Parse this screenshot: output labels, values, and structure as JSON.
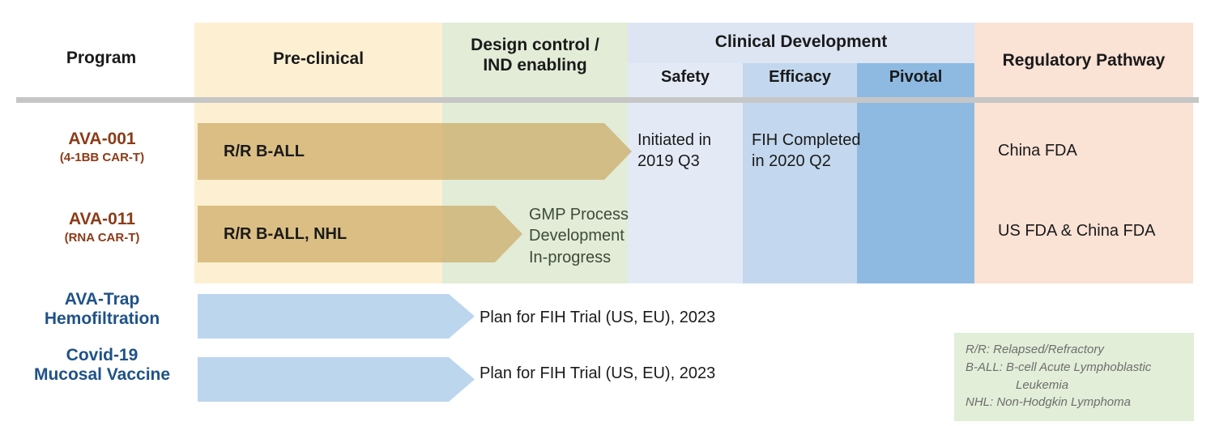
{
  "columns": {
    "program_header": "Program",
    "preclinical_header": "Pre-clinical",
    "design_header_line1": "Design control /",
    "design_header_line2": "IND enabling",
    "clinical_header": "Clinical Development",
    "safety_header": "Safety",
    "efficacy_header": "Efficacy",
    "pivotal_header": "Pivotal",
    "regulatory_header": "Regulatory Pathway"
  },
  "programs": [
    {
      "name": "AVA-001",
      "subtitle": "(4-1BB CAR-T)",
      "indication": "R/R B-ALL",
      "safety_note_line1": "Initiated in",
      "safety_note_line2": "2019 Q3",
      "efficacy_note_line1": "FIH Completed",
      "efficacy_note_line2": "in 2020 Q2",
      "regulatory": "China FDA"
    },
    {
      "name": "AVA-011",
      "subtitle": "(RNA CAR-T)",
      "indication": "R/R B-ALL, NHL",
      "design_note_line1": "GMP Process",
      "design_note_line2": "Development",
      "design_note_line3": "In-progress",
      "regulatory": "US FDA & China FDA"
    },
    {
      "name_line1": "AVA-Trap",
      "name_line2": "Hemofiltration",
      "plan": "Plan for FIH Trial (US, EU), 2023"
    },
    {
      "name_line1": "Covid-19",
      "name_line2": "Mucosal Vaccine",
      "plan": "Plan for FIH Trial (US, EU), 2023"
    }
  ],
  "legend": {
    "line1": "R/R: Relapsed/Refractory",
    "line2": "B-ALL: B-cell Acute Lymphoblastic",
    "line3": "Leukemia",
    "line4": "NHL: Non-Hodgkin Lymphoma"
  },
  "colors": {
    "preclinical_band": "#fdf0d2",
    "design_band": "#e2ecd7",
    "safety_band": "#e3eaf6",
    "efficacy_band": "#c3d8ee",
    "pivotal_band": "#8ebae2",
    "regulatory_band": "#fae2d5",
    "clinical_header_band": "#dde5f3",
    "car_t_program_text": "#8c3b16",
    "other_program_text": "#1f5287",
    "tan_arrow": "#c6a053",
    "blue_arrow": "#bcd6ee",
    "legend_background": "#e2eed8",
    "divider_rule": "#c6c6c6"
  }
}
